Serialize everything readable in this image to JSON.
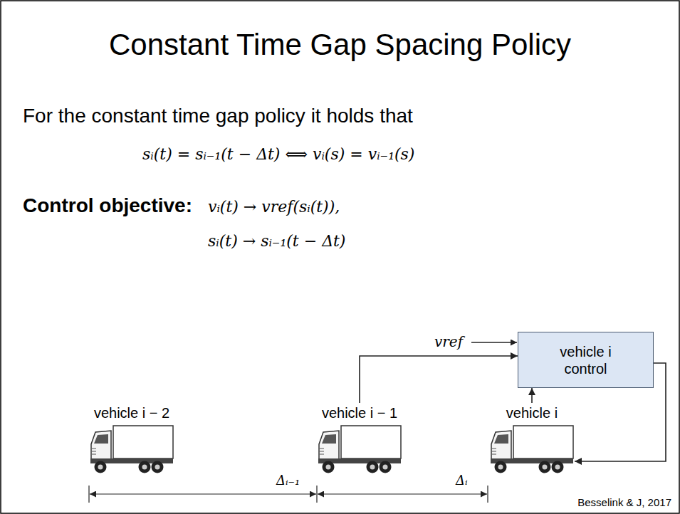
{
  "diagram": {
    "title": "Constant Time Gap Spacing Policy",
    "nodes": [
      {
        "text": [
          "vehicle i control"
        ]
      },
      {
        "text": [
          "vehicle i − 2"
        ]
      },
      {
        "text": [
          "vehicle i − 1"
        ]
      },
      {
        "text": [
          "vehicle i"
        ]
      }
    ],
    "edges": [
      {
        "from": 2,
        "to": 0,
        "arrow": "to"
      },
      {
        "from": 0,
        "to": 3,
        "arrow": "to"
      },
      {
        "from": 3,
        "to": 0,
        "arrow": "to"
      }
    ],
    "labels": [
      "For the constant time gap policy it holds that",
      "sᵢ(t) = sᵢ₋₁(t − Δt) ⟺ vᵢ(s) = vᵢ₋₁(s)",
      "Control objective:",
      "vᵢ(t) → vref(sᵢ(t)),",
      "sᵢ(t) → sᵢ₋₁(t − Δt)",
      "vref",
      "Δᵢ₋₁",
      "Δᵢ",
      "Besselink & J, 2017"
    ]
  }
}
